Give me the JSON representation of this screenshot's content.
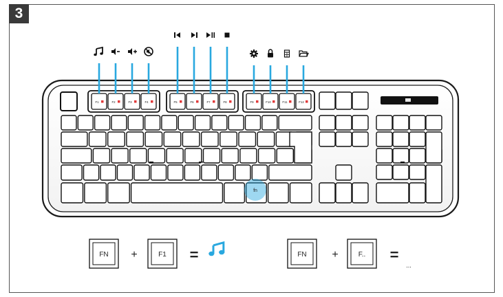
{
  "step": {
    "number": "3"
  },
  "fn_key": {
    "label": "fn"
  },
  "f_keys": [
    {
      "label": "F1",
      "icon": "music-note-icon"
    },
    {
      "label": "F2",
      "icon": "volume-down-icon"
    },
    {
      "label": "F3",
      "icon": "volume-up-icon"
    },
    {
      "label": "F4",
      "icon": "mute-icon"
    },
    {
      "label": "F5",
      "icon": "previous-track-icon"
    },
    {
      "label": "F6",
      "icon": "next-track-icon"
    },
    {
      "label": "F7",
      "icon": "play-pause-icon"
    },
    {
      "label": "F8",
      "icon": "stop-icon"
    },
    {
      "label": "F9",
      "icon": "settings-icon"
    },
    {
      "label": "F10",
      "icon": "lock-icon"
    },
    {
      "label": "F11",
      "icon": "calculator-icon"
    },
    {
      "label": "F12",
      "icon": "folder-icon"
    }
  ],
  "combo_example": {
    "key1": "FN",
    "plus": "+",
    "key2": "F1",
    "equals": "=",
    "result_icon": "music-note-icon"
  },
  "combo_generic": {
    "key1": "FN",
    "plus": "+",
    "key2": "F..",
    "equals": "=",
    "result": "..."
  },
  "colors": {
    "accent": "#29a8df",
    "highlight": "#9fd6ee",
    "outline": "#1a1a1a",
    "badge": "#3a3a3a"
  }
}
